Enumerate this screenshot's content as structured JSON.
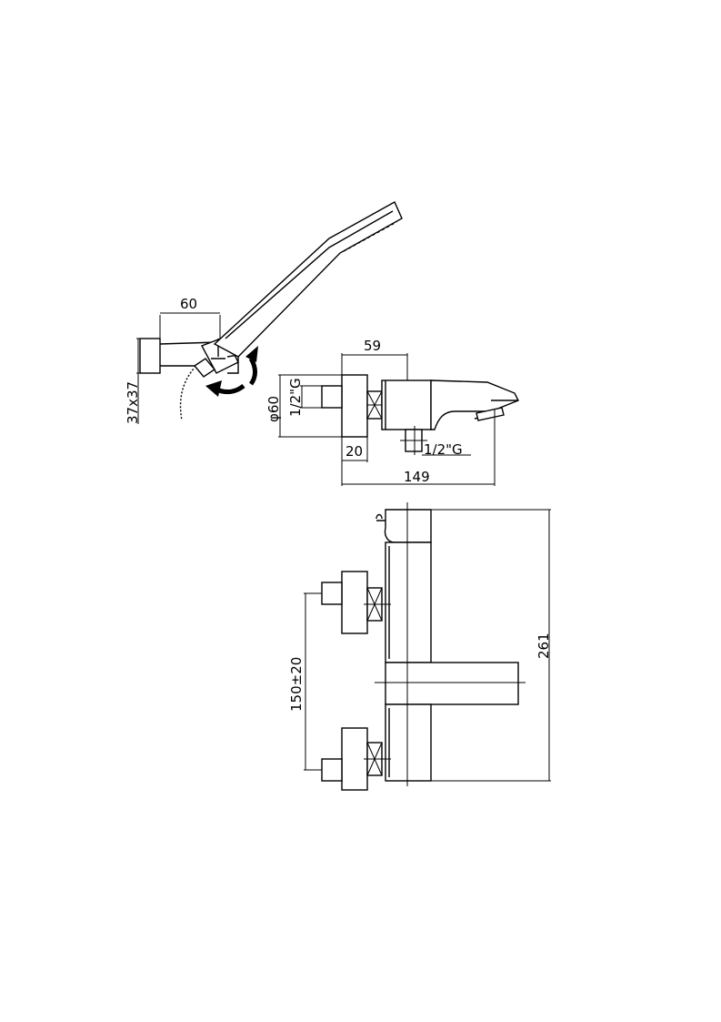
{
  "dimensions": {
    "holder_depth": "60",
    "holder_base": "37x37",
    "body_depth": "59",
    "cover_diameter": "φ60",
    "inlet_thread": "1/2\"G",
    "outlet_thread": "1/2\"G",
    "wall_offset": "20",
    "total_depth": "149",
    "inlet_spacing": "150±20",
    "total_height": "261"
  },
  "icons": {
    "rotate_right": "curved-arrow-down-icon",
    "rotate_left": "curved-arrow-left-icon"
  }
}
